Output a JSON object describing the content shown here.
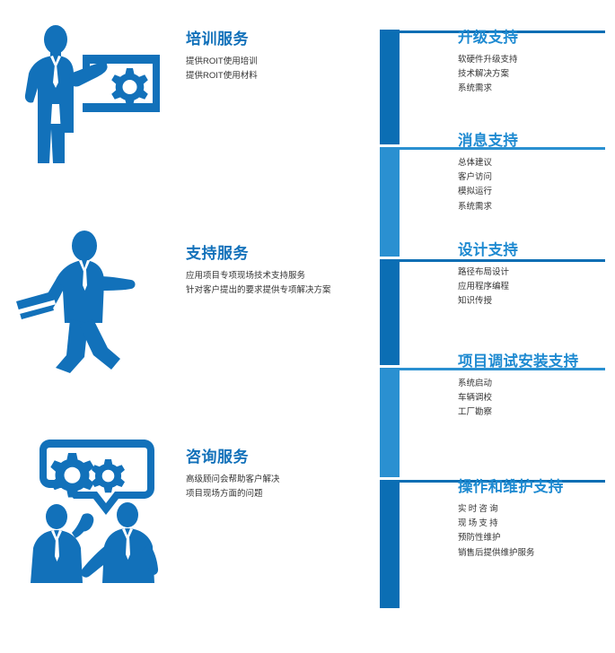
{
  "colors": {
    "dark_blue": "#0B6EB4",
    "light_blue": "#2A90D1",
    "left_title_blue": "#1271BA",
    "right_title_blue": "#1E8AD1",
    "body_text": "#333333",
    "background": "#FFFFFF"
  },
  "left_column": {
    "blocks": [
      {
        "icon": "presenter-board-gear-icon",
        "title": "培训服务",
        "lines": [
          "提供ROIT使用培训",
          "提供ROIT使用材料"
        ]
      },
      {
        "icon": "walking-businessman-briefcase-icon",
        "title": "支持服务",
        "lines": [
          "应用项目专项现场技术支持服务",
          "针对客户提出的要求提供专项解决方案"
        ]
      },
      {
        "icon": "two-people-speech-bubble-gears-icon",
        "title": "咨询服务",
        "lines": [
          "高级顾问会帮助客户解决",
          "项目现场方面的问题"
        ]
      }
    ]
  },
  "timeline": {
    "segments": [
      {
        "color_name": "dark_blue"
      },
      {
        "color_name": "light_blue"
      },
      {
        "color_name": "dark_blue"
      },
      {
        "color_name": "light_blue"
      },
      {
        "color_name": "dark_blue"
      }
    ]
  },
  "right_column": {
    "blocks": [
      {
        "title": "升级支持",
        "items": [
          "软硬件升级支持",
          "技术解决方案",
          "系统需求"
        ],
        "spaced": false
      },
      {
        "title": "消息支持",
        "items": [
          "总体建议",
          "客户访问",
          "模拟运行",
          "系统需求"
        ],
        "spaced": false
      },
      {
        "title": "设计支持",
        "items": [
          "路径布局设计",
          "应用程序编程",
          "知识传授"
        ],
        "spaced": false
      },
      {
        "title": "项目调试安装支持",
        "items": [
          "系统启动",
          "车辆调校",
          "工厂勘察"
        ],
        "spaced": false
      },
      {
        "title": "操作和维护支持",
        "items": [
          "实时咨询",
          "现场支持",
          "预防性维护",
          "销售后提供维护服务"
        ],
        "spaced": true
      }
    ]
  }
}
